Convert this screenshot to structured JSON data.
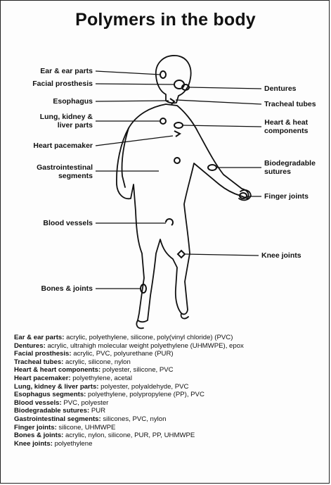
{
  "title": "Polymers in the body",
  "labels": {
    "ear": "Ear & ear parts",
    "facial": "Facial prosthesis",
    "esophagus": "Esophagus",
    "lung_line1": "Lung, kidney &",
    "lung_line2": "liver parts",
    "pacemaker": "Heart pacemaker",
    "gastro_line1": "Gastrointestinal",
    "gastro_line2": "segments",
    "blood": "Blood vessels",
    "bones": "Bones & joints",
    "dentures": "Dentures",
    "tracheal": "Tracheal tubes",
    "heart_line1": "Heart & heat",
    "heart_line2": "components",
    "biodeg_line1": "Biodegradable",
    "biodeg_line2": "sutures",
    "finger": "Finger joints",
    "knee": "Knee joints"
  },
  "legend": [
    {
      "key": "Ear & ear parts:",
      "value": " acrylic, polyethylene, silicone, poly(vinyl chloride) (PVC)"
    },
    {
      "key": "Dentures:",
      "value": " acrylic, ultrahigh molecular weight polyethylene (UHMWPE), epox"
    },
    {
      "key": "Facial prosthesis:",
      "value": " acrylic, PVC, polyurethane (PUR)"
    },
    {
      "key": "Tracheal tubes:",
      "value": " acrylic, silicone, nylon"
    },
    {
      "key": "Heart & heart components:",
      "value": " polyester, silicone, PVC"
    },
    {
      "key": "Heart pacemaker:",
      "value": " polyethylene, acetal"
    },
    {
      "key": "Lung, kidney & liver parts:",
      "value": " polyester, polyaldehyde, PVC"
    },
    {
      "key": "Esophagus segments:",
      "value": " polyethylene, polypropylene (PP), PVC"
    },
    {
      "key": "Blood vessels:",
      "value": " PVC, polyester"
    },
    {
      "key": "Biodegradable sutures:",
      "value": " PUR"
    },
    {
      "key": "Gastrointestinal segments:",
      "value": " silicones, PVC, nylon"
    },
    {
      "key": "Finger joints:",
      "value": " silicone, UHMWPE"
    },
    {
      "key": "Bones & joints:",
      "value": " acrylic, nylon, silicone, PUR, PP, UHMWPE"
    },
    {
      "key": "Knee joints:",
      "value": " polyethylene"
    }
  ],
  "colors": {
    "ink": "#111111",
    "paper": "#fdfdfd"
  }
}
